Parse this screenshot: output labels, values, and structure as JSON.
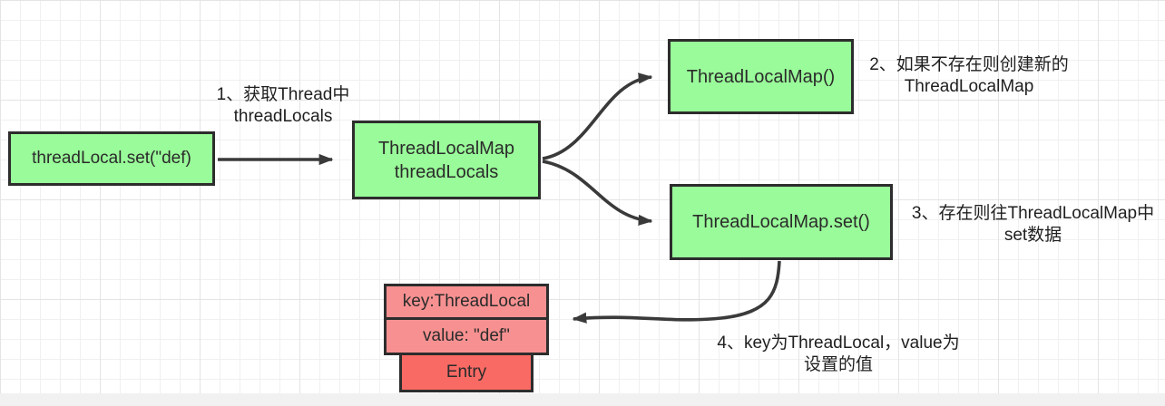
{
  "diagram": {
    "title_hint": "ThreadLocal set flow diagram",
    "nodes": {
      "set_call": {
        "label": "threadLocal.set(\"def)"
      },
      "thread_locals": {
        "line1": "ThreadLocalMap",
        "line2": "threadLocals"
      },
      "map_ctor": {
        "label": "ThreadLocalMap()"
      },
      "map_set": {
        "label": "ThreadLocalMap.set()"
      },
      "entry_key": {
        "label": "key:ThreadLocal"
      },
      "entry_value": {
        "label": "value: \"def\""
      },
      "entry": {
        "label": "Entry"
      }
    },
    "annotations": {
      "step1": {
        "line1": "1、获取Thread中",
        "line2": "threadLocals"
      },
      "step2": {
        "line1": "2、如果不存在则创建新的",
        "line2": "ThreadLocalMap"
      },
      "step3": {
        "line1": "3、存在则往ThreadLocalMap中",
        "line2": "set数据"
      },
      "step4": {
        "line1": "4、key为ThreadLocal，value为",
        "line2": "设置的值"
      }
    },
    "colors": {
      "node_green_fill": "#99fb99",
      "entry_header_fill": "#f79191",
      "entry_fill": "#fa6a64",
      "node_border": "#2d2d2d",
      "arrow_stroke": "#3a3a3a",
      "grid_minor": "#f0f0f0",
      "grid_major": "#e4e4e4",
      "canvas_bg": "#ffffff",
      "outside_bg": "#f1f1f1"
    }
  }
}
